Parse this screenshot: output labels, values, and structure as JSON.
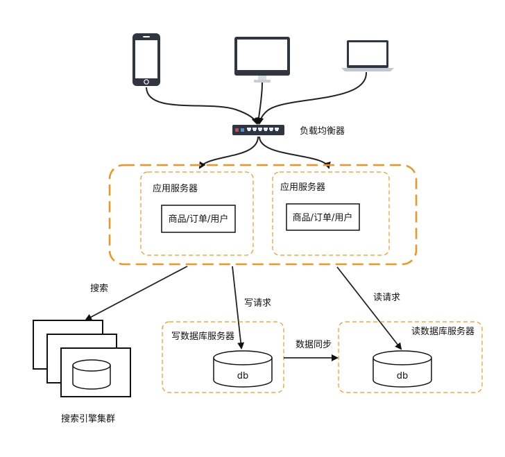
{
  "load_balancer": {
    "label": "负载均衡器"
  },
  "app_servers": [
    {
      "title": "应用服务器",
      "module": "商品/订单/用户"
    },
    {
      "title": "应用服务器",
      "module": "商品/订单/用户"
    }
  ],
  "edges": {
    "search": "搜索",
    "write_request": "写请求",
    "read_request": "读请求",
    "data_sync": "数据同步"
  },
  "write_db": {
    "title": "写数据库服务器",
    "db_label": "db"
  },
  "read_db": {
    "title": "读数据库服务器",
    "db_label": "db"
  },
  "search_cluster": {
    "label": "搜索引擎集群"
  },
  "colors": {
    "accent_orange": "#f0961e",
    "device_dark": "#2f3541",
    "stroke": "#111111"
  }
}
